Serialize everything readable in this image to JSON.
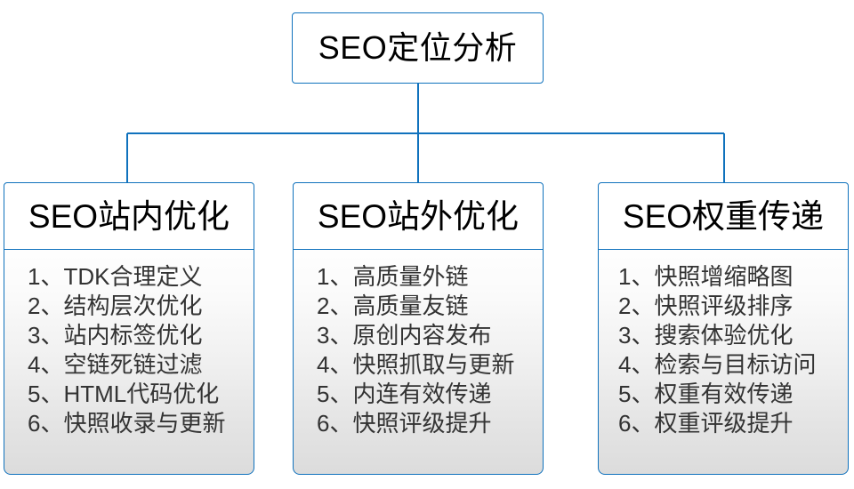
{
  "diagram": {
    "type": "org-chart",
    "accent_color": "#1072BD",
    "text_color": "#333333",
    "title_color": "#000000",
    "root": {
      "title": "SEO定位分析"
    },
    "branches": [
      {
        "title": "SEO站内优化",
        "items": [
          "1、TDK合理定义",
          "2、结构层次优化",
          "3、站内标签优化",
          "4、空链死链过滤",
          "5、HTML代码优化",
          "6、快照收录与更新"
        ]
      },
      {
        "title": "SEO站外优化",
        "items": [
          "1、高质量外链",
          "2、高质量友链",
          "3、原创内容发布",
          "4、快照抓取与更新",
          "5、内连有效传递",
          "6、快照评级提升"
        ]
      },
      {
        "title": "SEO权重传递",
        "items": [
          "1、快照增缩略图",
          "2、快照评级排序",
          "3、搜索体验优化",
          "4、检索与目标访问",
          "5、权重有效传递",
          "6、权重评级提升"
        ]
      }
    ]
  }
}
